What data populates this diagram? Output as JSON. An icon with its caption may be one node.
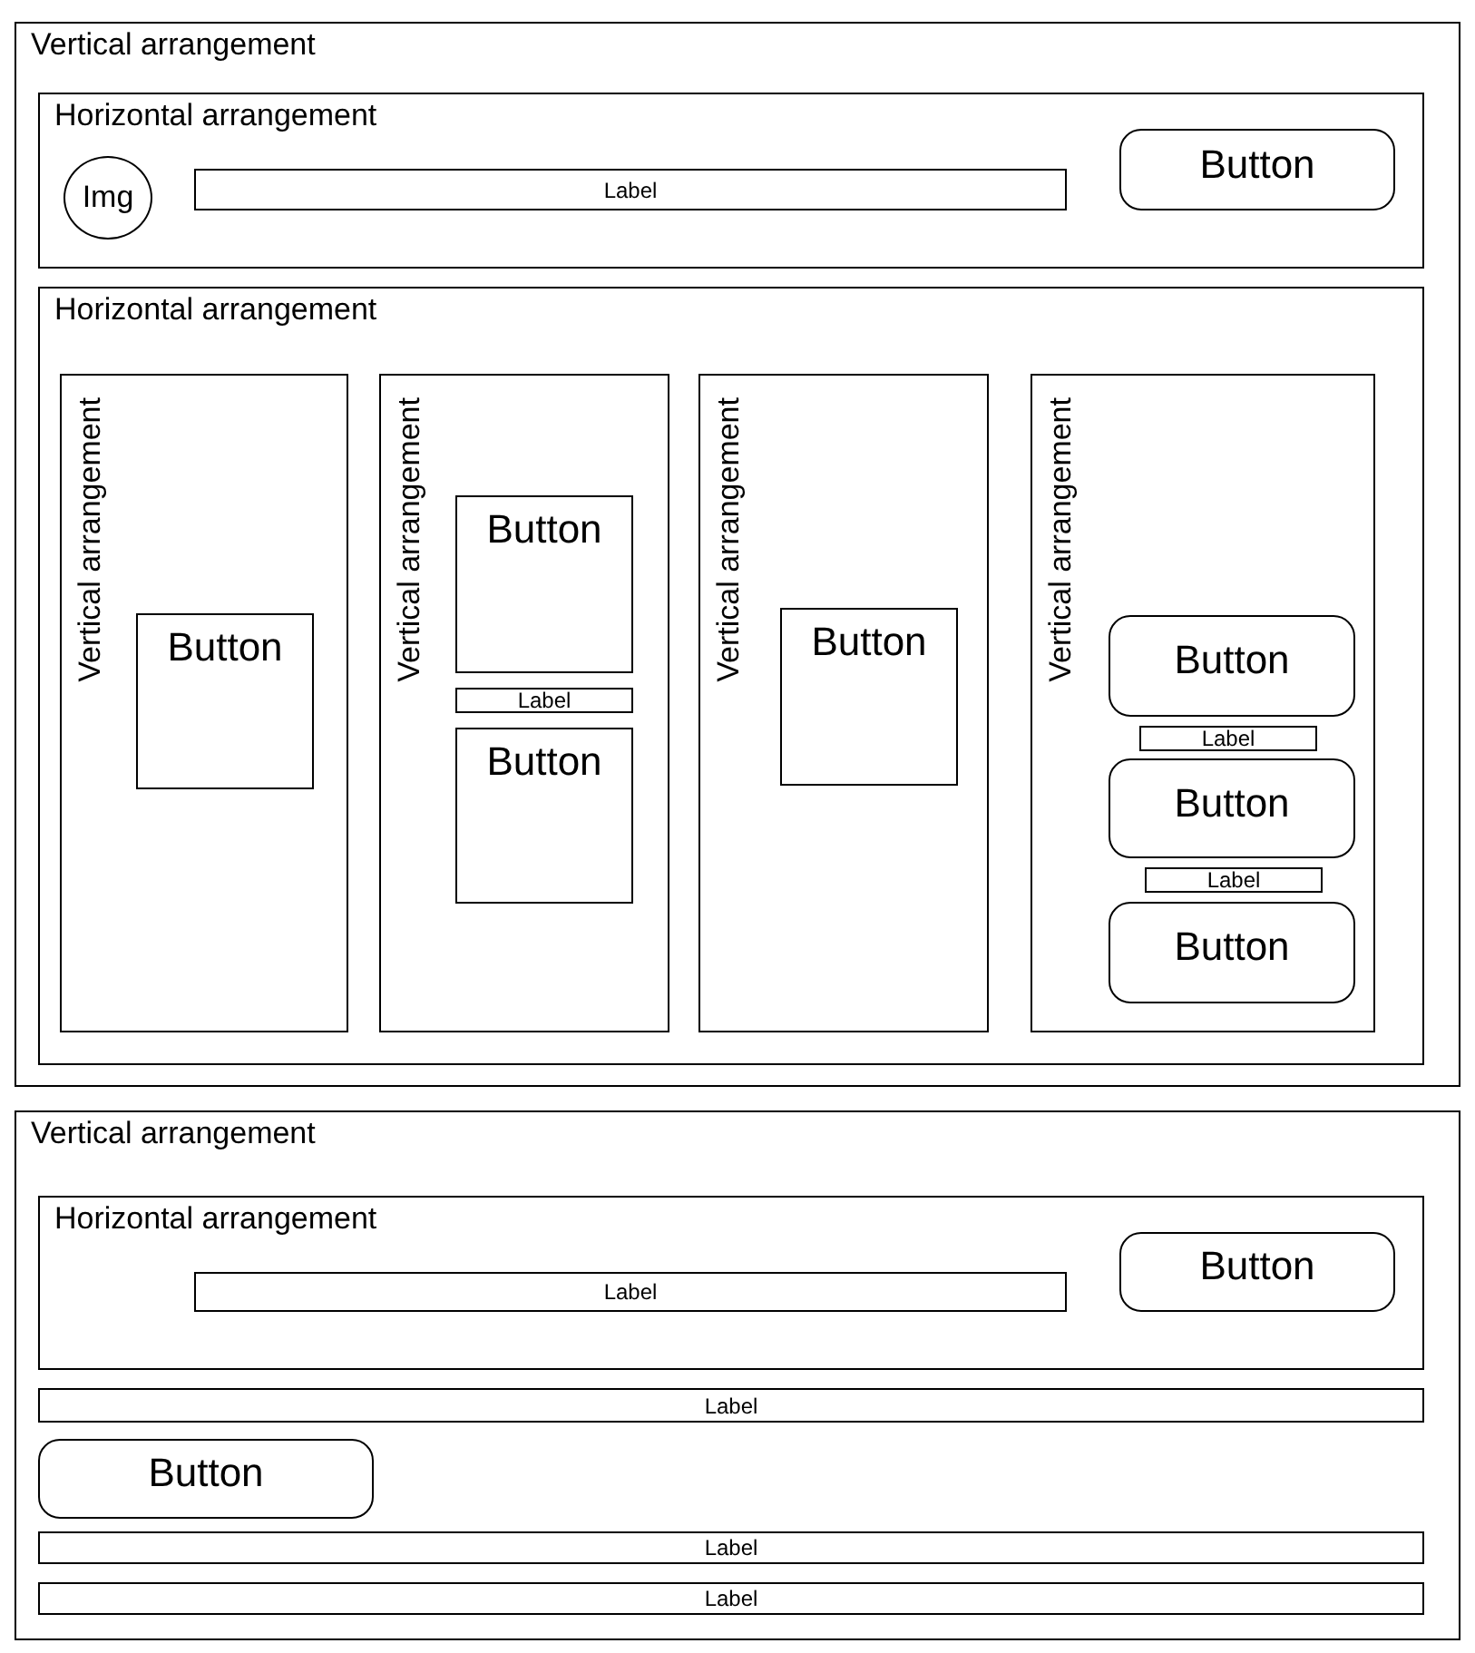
{
  "diagram": {
    "nodes": [
      {
        "text": [
          "Vertical arrangement"
        ]
      },
      {
        "text": [
          "Horizontal arrangement"
        ],
        "in": 0
      },
      {
        "text": [
          "Img"
        ],
        "in": 1
      },
      {
        "text": [
          "Label"
        ],
        "in": 1
      },
      {
        "text": [
          "Button"
        ],
        "in": 1
      },
      {
        "text": [
          "Horizontal arrangement"
        ],
        "in": 0
      },
      {
        "text": [
          "Vertical arrangement"
        ],
        "in": 5
      },
      {
        "text": [
          "Button"
        ],
        "in": 6
      },
      {
        "text": [
          "Vertical arrangement"
        ],
        "in": 5
      },
      {
        "text": [
          "Button"
        ],
        "in": 8
      },
      {
        "text": [
          "Label"
        ],
        "in": 8
      },
      {
        "text": [
          "Button"
        ],
        "in": 8
      },
      {
        "text": [
          "Vertical arrangement"
        ],
        "in": 5
      },
      {
        "text": [
          "Button"
        ],
        "in": 12
      },
      {
        "text": [
          "Vertical arrangement"
        ],
        "in": 5
      },
      {
        "text": [
          "Button"
        ],
        "in": 14
      },
      {
        "text": [
          "Label"
        ],
        "in": 14
      },
      {
        "text": [
          "Button"
        ],
        "in": 14
      },
      {
        "text": [
          "Label"
        ],
        "in": 14
      },
      {
        "text": [
          "Button"
        ],
        "in": 14
      },
      {
        "text": [
          "Vertical arrangement"
        ]
      },
      {
        "text": [
          "Horizontal arrangement"
        ],
        "in": 20
      },
      {
        "text": [
          "Label"
        ],
        "in": 21
      },
      {
        "text": [
          "Button"
        ],
        "in": 21
      },
      {
        "text": [
          "Label"
        ],
        "in": 20
      },
      {
        "text": [
          "Button"
        ],
        "in": 20
      },
      {
        "text": [
          "Label"
        ],
        "in": 20
      },
      {
        "text": [
          "Label"
        ],
        "in": 20
      }
    ]
  }
}
